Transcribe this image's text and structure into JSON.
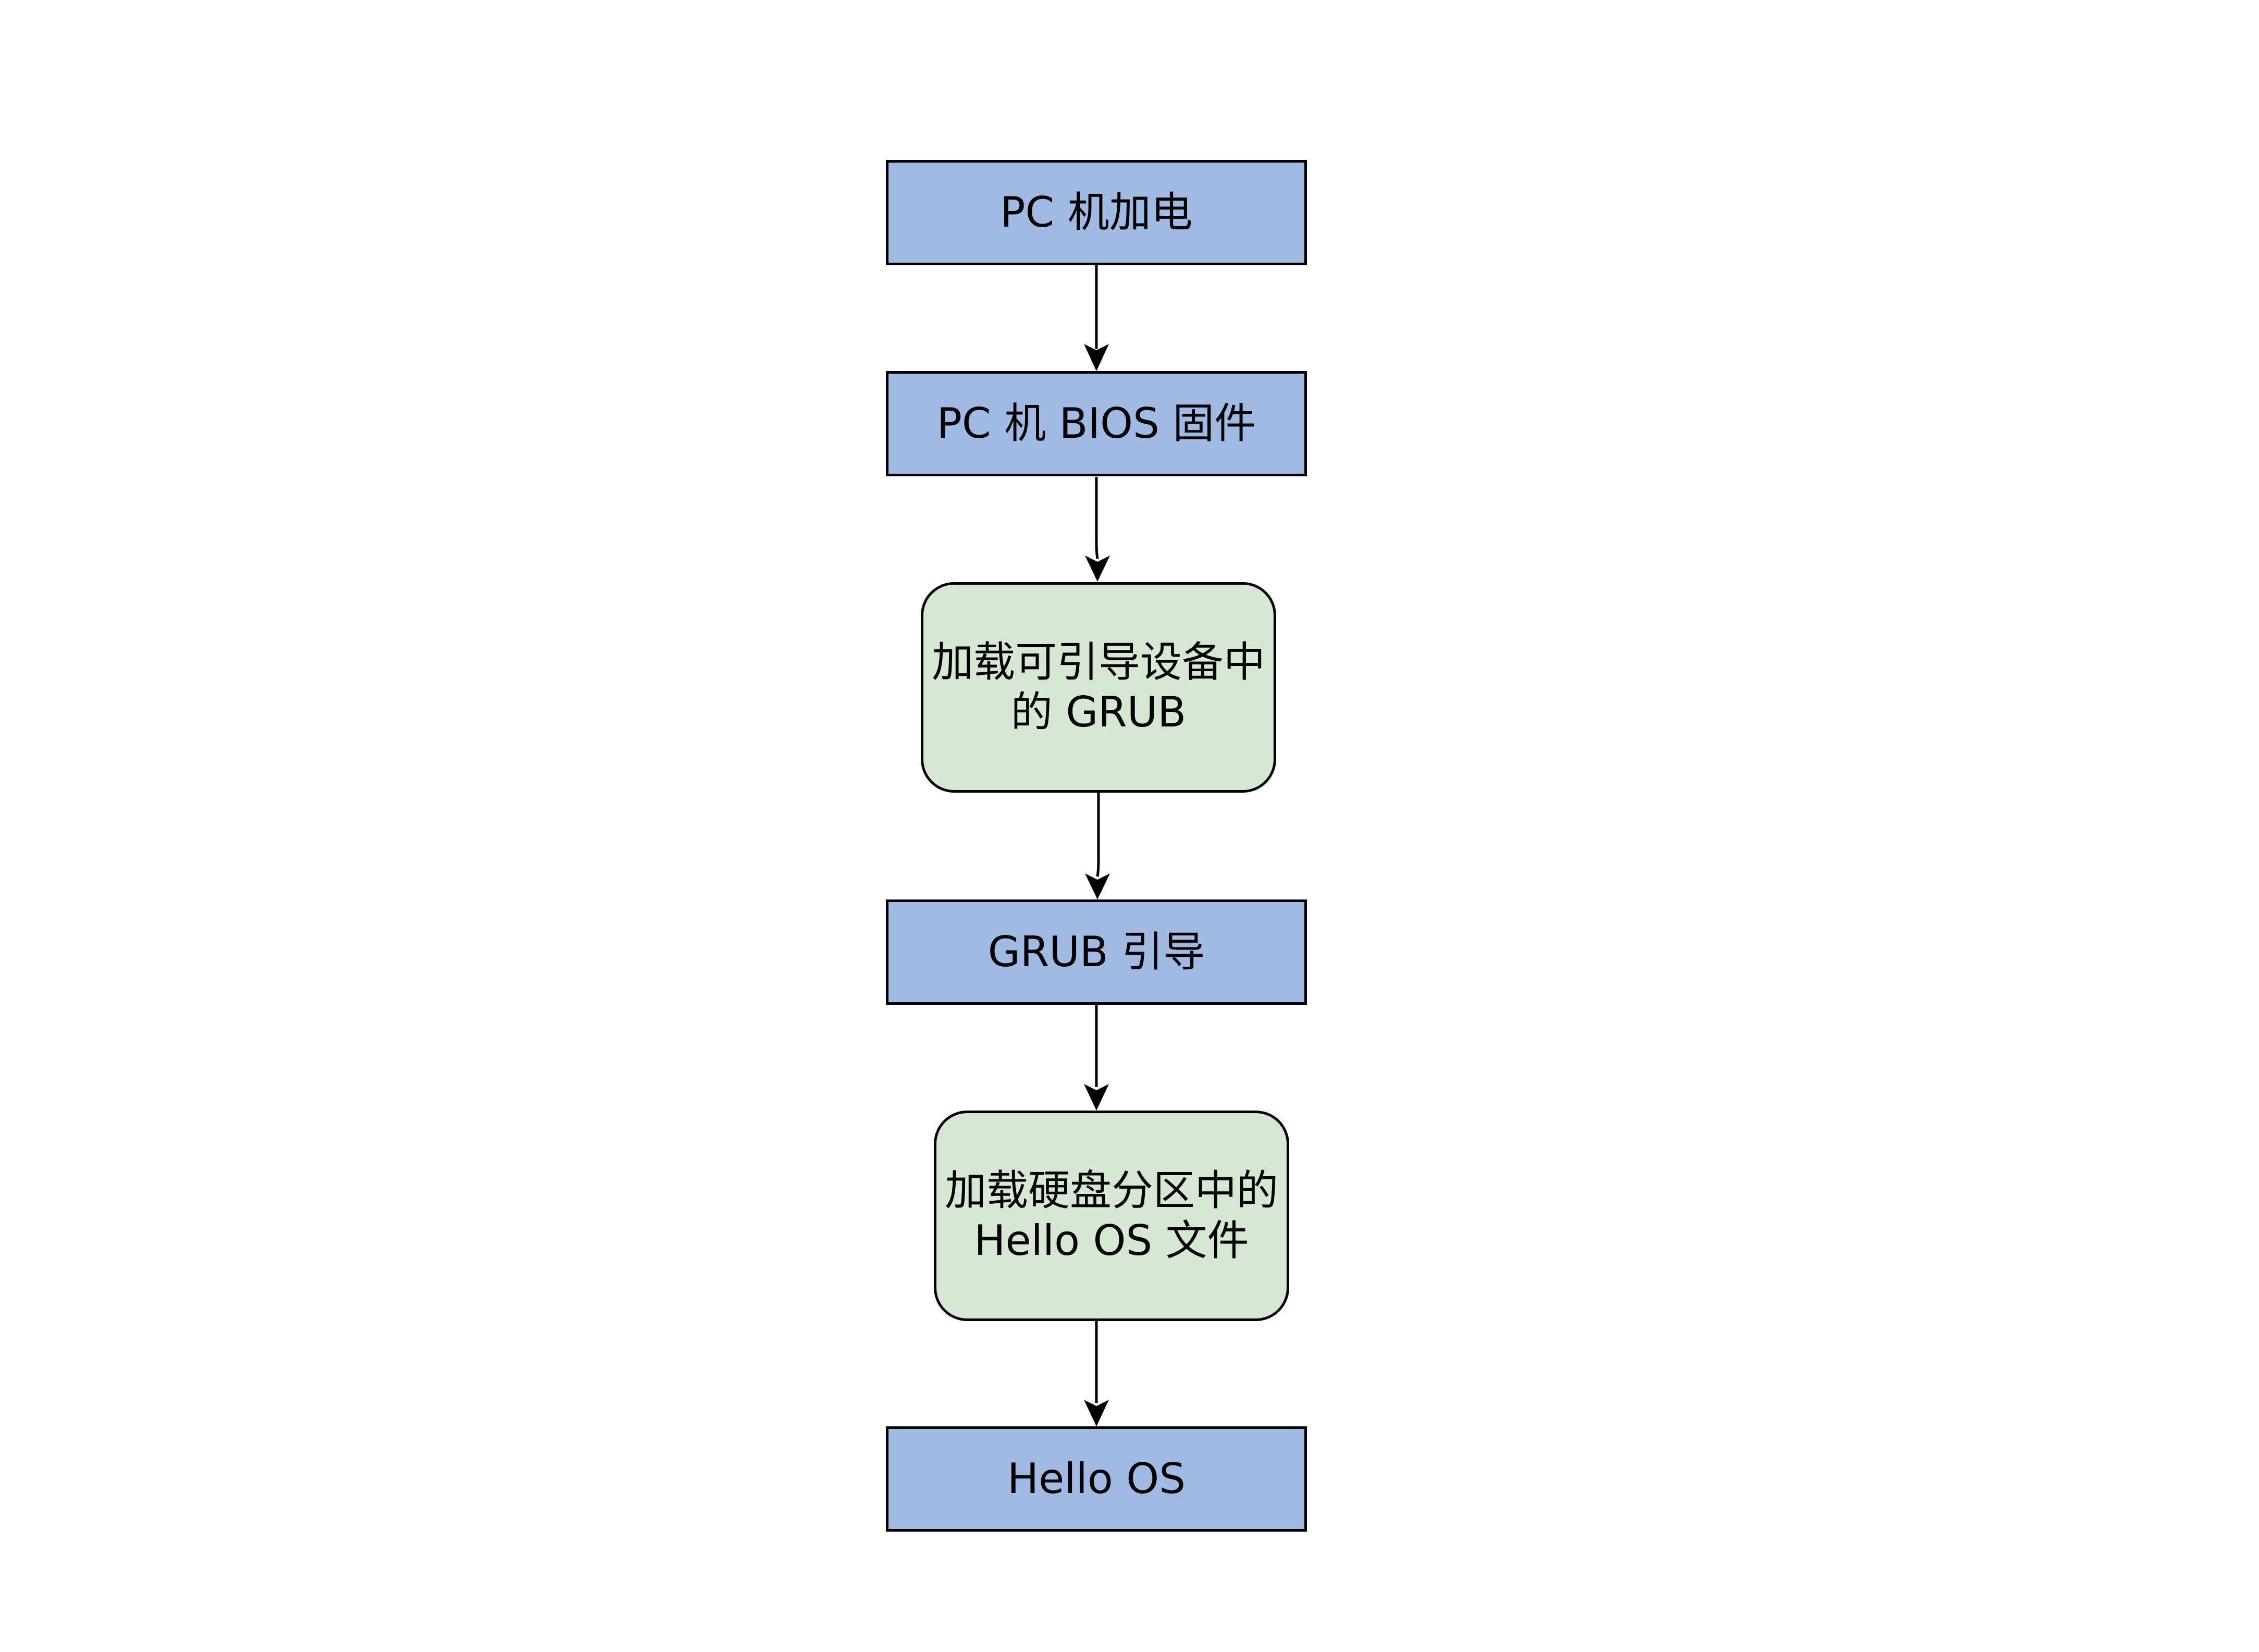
{
  "diagram": {
    "nodes": [
      {
        "id": "power-on",
        "shape": "rect",
        "lines": [
          "PC 机加电"
        ]
      },
      {
        "id": "bios",
        "shape": "rounded-none",
        "lines": [
          "PC 机 BIOS 固件"
        ]
      },
      {
        "id": "load-grub",
        "shape": "rounded",
        "lines": [
          "加载可引导设备中",
          "的 GRUB"
        ]
      },
      {
        "id": "grub-boot",
        "shape": "rect",
        "lines": [
          "GRUB 引导"
        ]
      },
      {
        "id": "load-hello-os",
        "shape": "rounded",
        "lines": [
          "加载硬盘分区中的",
          "Hello OS 文件"
        ]
      },
      {
        "id": "hello-os",
        "shape": "rect",
        "lines": [
          "Hello OS"
        ]
      }
    ],
    "edges": [
      {
        "from": "power-on",
        "to": "bios"
      },
      {
        "from": "bios",
        "to": "load-grub"
      },
      {
        "from": "load-grub",
        "to": "grub-boot"
      },
      {
        "from": "grub-boot",
        "to": "load-hello-os"
      },
      {
        "from": "load-hello-os",
        "to": "hello-os"
      }
    ],
    "colors": {
      "process_fill": "#a2b9e1",
      "action_fill": "#d6e8d4",
      "stroke": "#000000",
      "background": "#ffffff"
    }
  }
}
